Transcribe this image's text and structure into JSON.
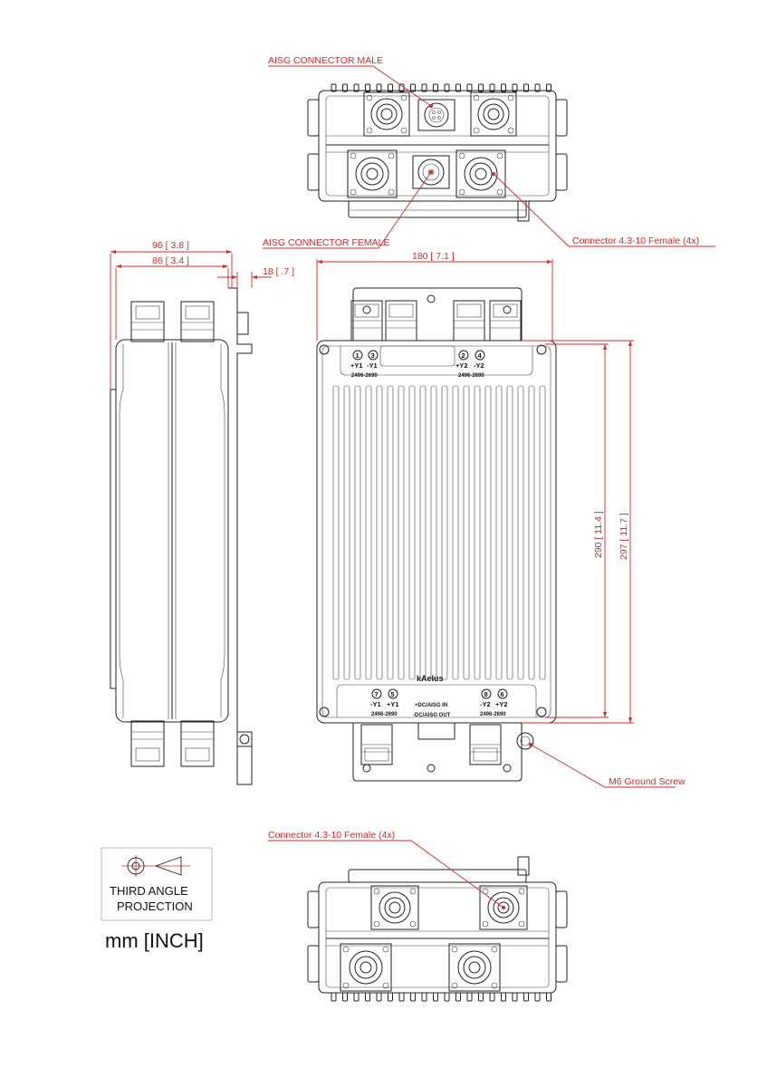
{
  "annotations": {
    "aisg_male": "AISG CONNECTOR MALE",
    "aisg_female": "AISG CONNECTOR FEMALE",
    "connector_top": "Connector 4.3-10 Female (4x)",
    "connector_bottom": "Connector 4.3-10 Female (4x)",
    "ground_screw": "M6 Ground Screw"
  },
  "dimensions": {
    "depth_overall": "96 [ 3.8 ]",
    "depth_body": "86 [ 3.4 ]",
    "bracket": "18 [ .7 ]",
    "width": "180 [ 7.1 ]",
    "height_body": "290 [ 11.4 ]",
    "height_overall": "297 [ 11.7 ]"
  },
  "ports": {
    "top": [
      {
        "num": "1",
        "sign": "+Y1"
      },
      {
        "num": "3",
        "sign": "-Y1"
      },
      {
        "num": "2",
        "sign": "+Y2"
      },
      {
        "num": "4",
        "sign": "-Y2"
      }
    ],
    "bottom": [
      {
        "num": "7",
        "sign": "-Y1"
      },
      {
        "num": "5",
        "sign": "+Y1"
      },
      {
        "num": "8",
        "sign": "-Y2"
      },
      {
        "num": "6",
        "sign": "+Y2"
      }
    ],
    "freq": "2496-2690",
    "dc_in": "+DC/AISG IN",
    "dc_out": "-DC/AISG OUT"
  },
  "brand": "kAelus",
  "projection": {
    "line1": "THIRD ANGLE",
    "line2": "PROJECTION",
    "units": "mm [INCH]"
  },
  "colors": {
    "annotation": "#d42a2a",
    "line": "#222222",
    "background": "#ffffff"
  }
}
